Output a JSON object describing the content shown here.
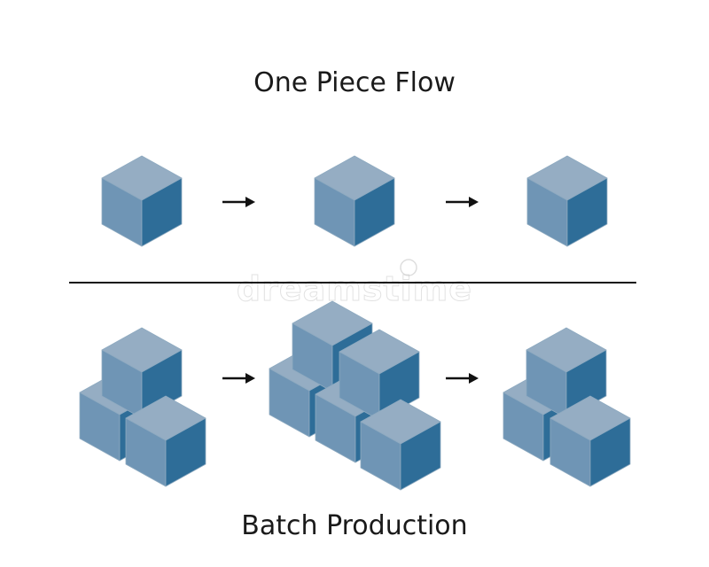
{
  "titles": {
    "top": "One Piece Flow",
    "bottom": "Batch Production"
  },
  "watermark": "dreamstime",
  "colors": {
    "cube_top": "#95adc3",
    "cube_left": "#6f95b5",
    "cube_right": "#2e6d98",
    "cube_edge": "#8eaac0",
    "arrow": "#111111",
    "divider": "#111111"
  },
  "icons": [
    "cube-icon",
    "arrow-right-icon",
    "watermark-logo-icon"
  ]
}
